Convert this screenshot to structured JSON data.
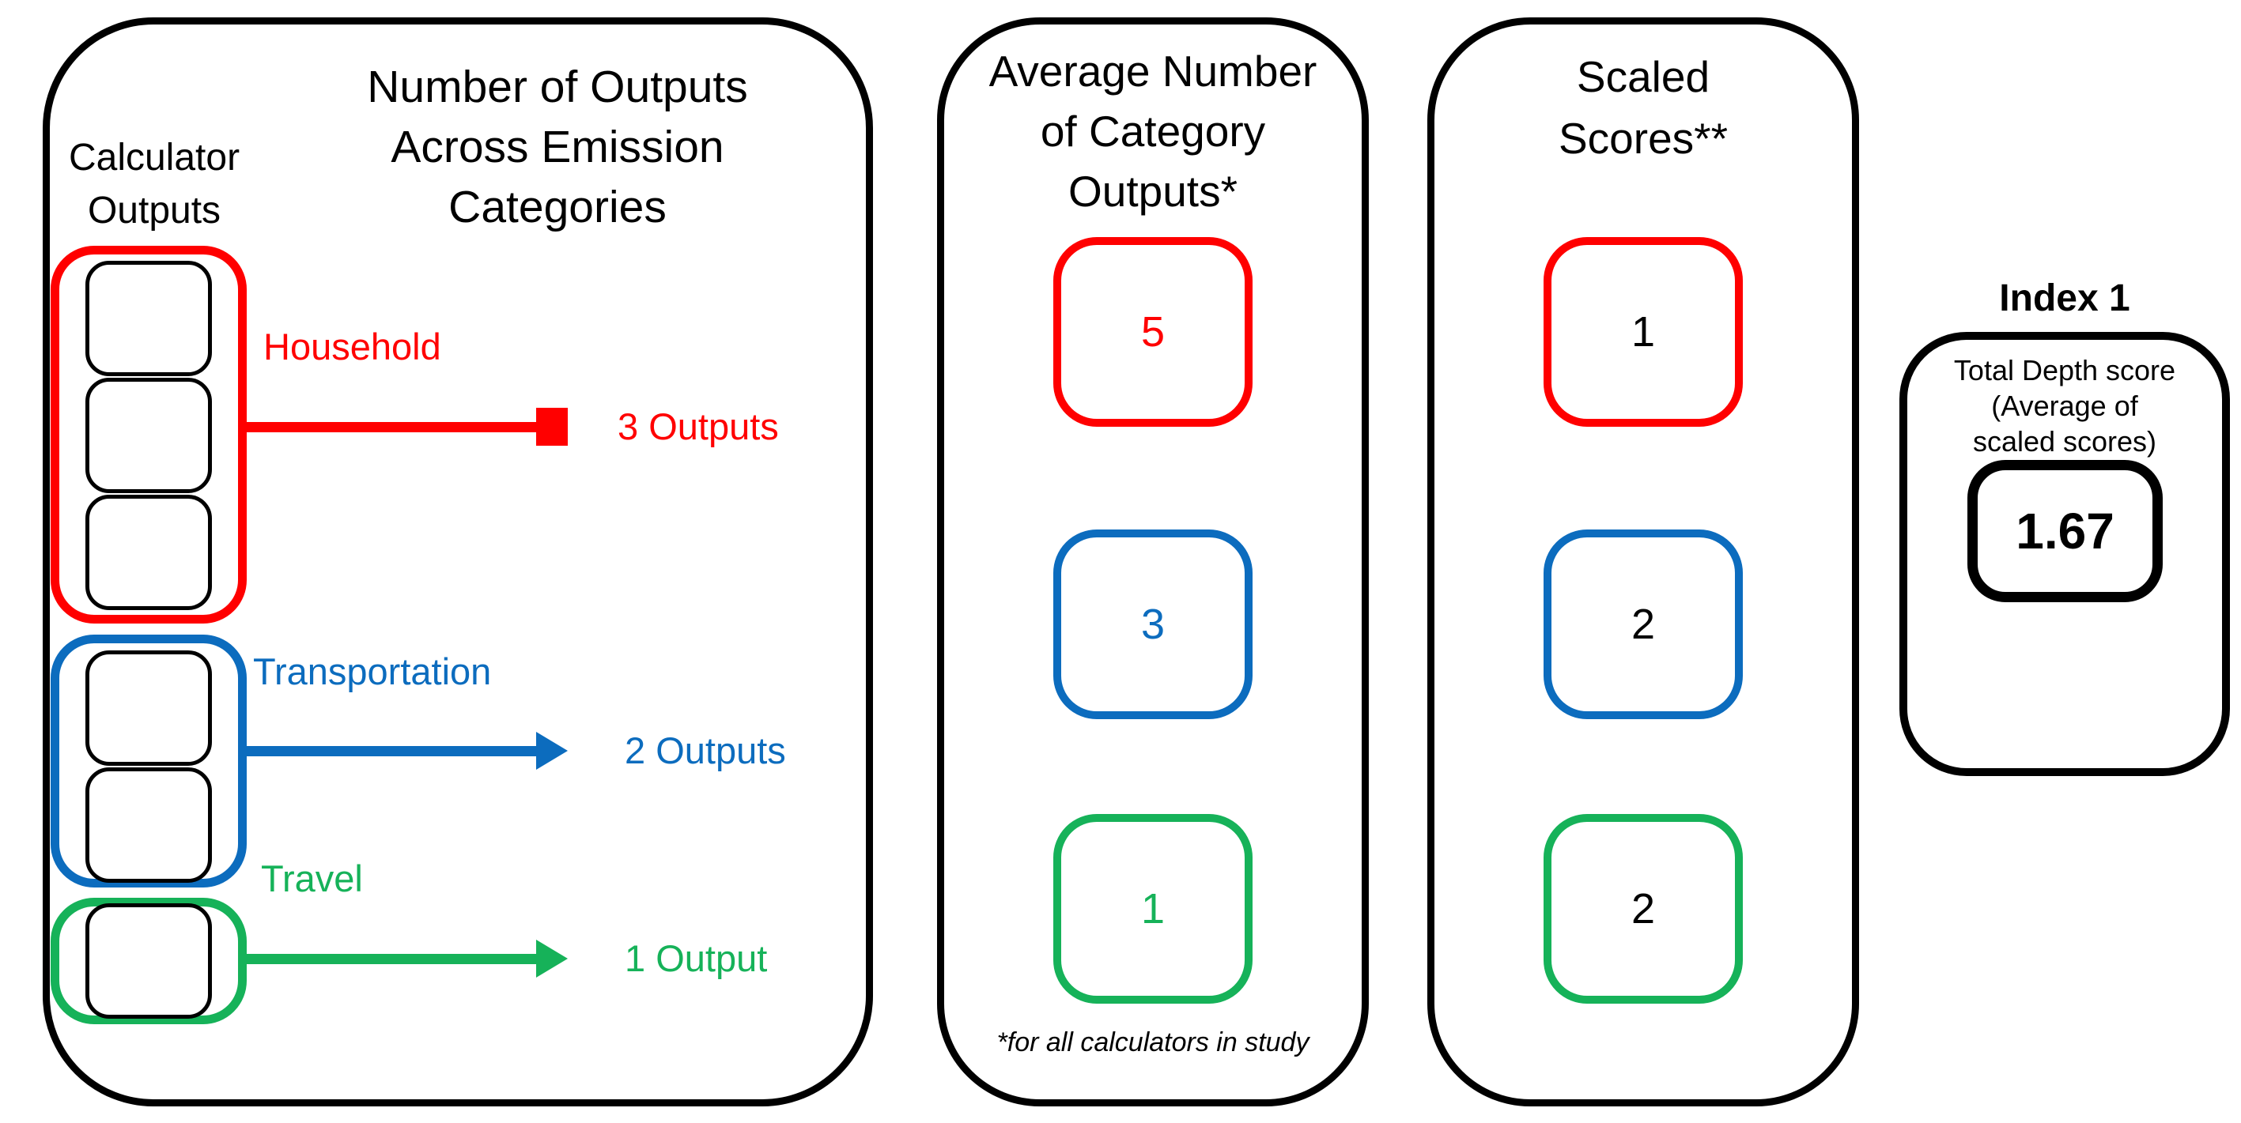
{
  "colors": {
    "red": "#FF0000",
    "blue": "#0C6CBE",
    "green": "#16B259",
    "black": "#000000"
  },
  "panel1": {
    "column_label": "Calculator\nOutputs",
    "title": "Number of Outputs\nAcross Emission\nCategories",
    "groups": [
      {
        "label": "Household",
        "outputs_label": "3 Outputs",
        "box_count": 3,
        "color": "#FF0000"
      },
      {
        "label": "Transportation",
        "outputs_label": "2 Outputs",
        "box_count": 2,
        "color": "#0C6CBE"
      },
      {
        "label": "Travel",
        "outputs_label": "1 Output",
        "box_count": 1,
        "color": "#16B259"
      }
    ]
  },
  "panel2": {
    "title": "Average Number\nof Category\nOutputs*",
    "values": [
      "5",
      "3",
      "1"
    ],
    "footnote": "*for all calculators in study"
  },
  "panel3": {
    "title": "Scaled\nScores**",
    "values": [
      "1",
      "2",
      "2"
    ]
  },
  "index1": {
    "title": "Index 1",
    "subtitle": "Total Depth score\n(Average of\nscaled scores)",
    "value": "1.67"
  }
}
